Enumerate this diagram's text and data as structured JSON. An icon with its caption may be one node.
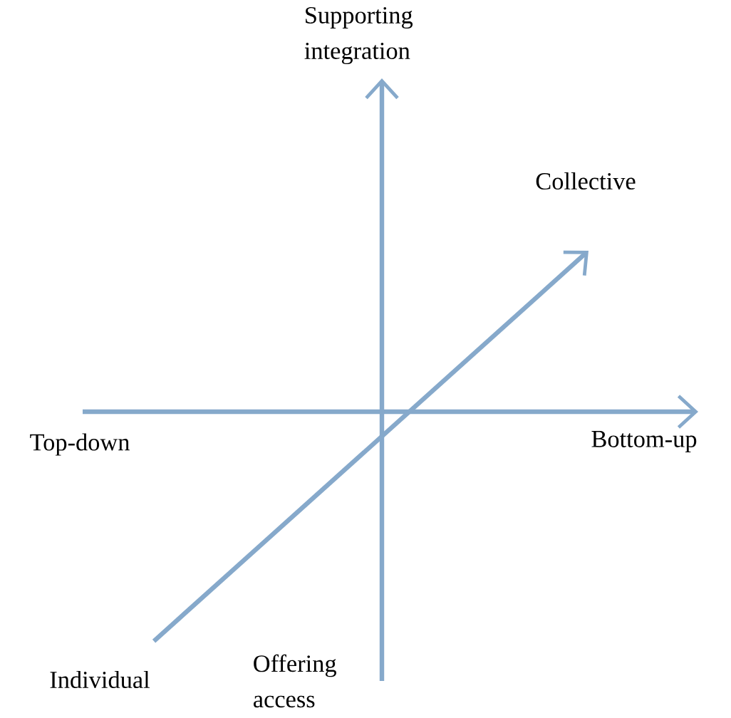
{
  "diagram": {
    "labels": [
      "Supporting integration",
      "Collective",
      "Top-down",
      "Bottom-up",
      "Individual",
      "Offering access"
    ]
  }
}
